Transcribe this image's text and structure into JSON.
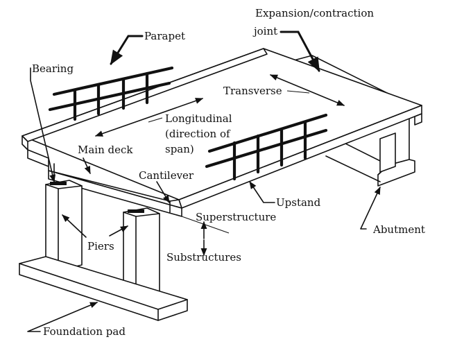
{
  "labels": {
    "expansion_line1": "Expansion/contraction",
    "expansion_line2": "joint",
    "parapet": "Parapet",
    "bearing": "Bearing",
    "transverse": "Transverse",
    "longitudinal_line1": "Longitudinal",
    "longitudinal_line2": "(direction of",
    "longitudinal_line3": "span)",
    "main_deck": "Main deck",
    "cantilever": "Cantilever",
    "upstand": "Upstand",
    "superstructure": "Superstructure",
    "abutment": "Abutment",
    "piers": "Piers",
    "substructures": "Substructures",
    "foundation_pad": "Foundation pad"
  }
}
